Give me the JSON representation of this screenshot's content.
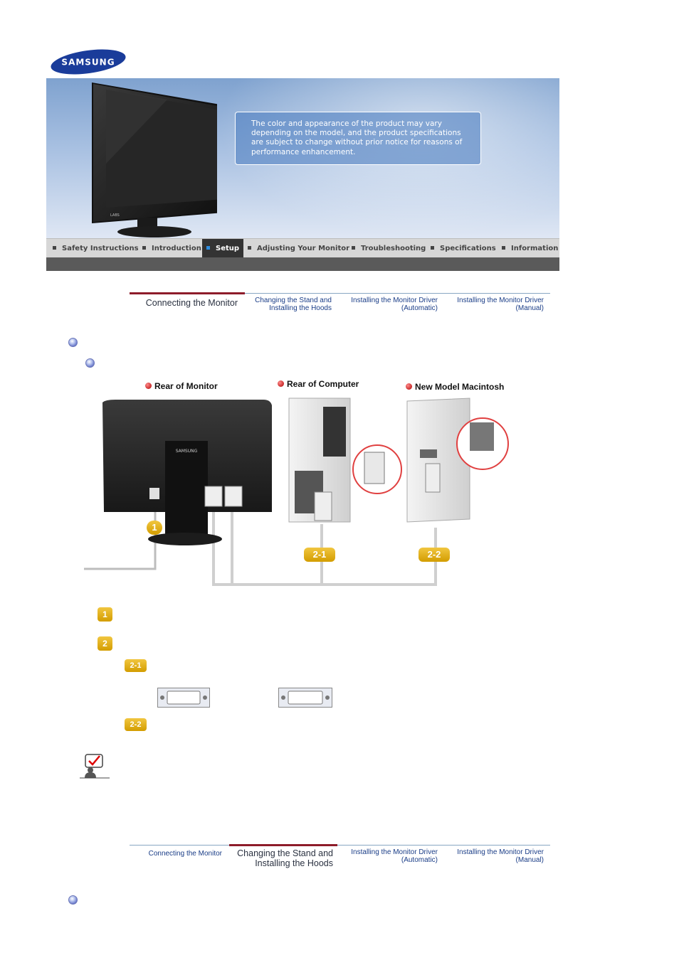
{
  "brand": {
    "logo_text": "SAMSUNG"
  },
  "banner": {
    "notice": "The color and appearance of the product may vary depending on the model, and the product specifications are subject to change without prior notice for reasons of performance enhancement.",
    "monitor_badge": "LABS"
  },
  "nav": {
    "items": [
      {
        "label": "Safety Instructions"
      },
      {
        "label": "Introduction"
      },
      {
        "label": "Setup",
        "active": true
      },
      {
        "label": "Adjusting Your Monitor"
      },
      {
        "label": "Troubleshooting"
      },
      {
        "label": "Specifications"
      },
      {
        "label": "Information"
      }
    ]
  },
  "subtabs_top": {
    "tab1": "Connecting  the  Monitor",
    "tab2_l1": "Changing the Stand and",
    "tab2_l2": "Installing the Hoods",
    "tab3_l1": "Installing the Monitor Driver",
    "tab3_l2": "(Automatic)",
    "tab4_l1": "Installing the Monitor Driver",
    "tab4_l2": "(Manual)"
  },
  "subtabs_bottom": {
    "tab1": "Connecting  the  Monitor",
    "tab2_l1": "Changing the Stand and",
    "tab2_l2": "Installing the Hoods",
    "tab3_l1": "Installing the Monitor Driver",
    "tab3_l2": "(Automatic)",
    "tab4_l1": "Installing the Monitor Driver",
    "tab4_l2": "(Manual)"
  },
  "diagram": {
    "rear_monitor": "Rear of Monitor",
    "rear_computer": "Rear of Computer",
    "mac": "New Model Macintosh",
    "badge_1": "1",
    "badge_21": "2-1",
    "badge_22": "2-2",
    "stand_brand": "SAMSUNG"
  },
  "steps": {
    "s1": "1",
    "s2": "2",
    "s21": "2-1",
    "s22": "2-2"
  },
  "colors": {
    "tab_text": "#1a3d87",
    "tab_active_line": "#8e1c2a",
    "badge_yellow": "#e0ad10",
    "nav_active_bg": "#333333"
  }
}
